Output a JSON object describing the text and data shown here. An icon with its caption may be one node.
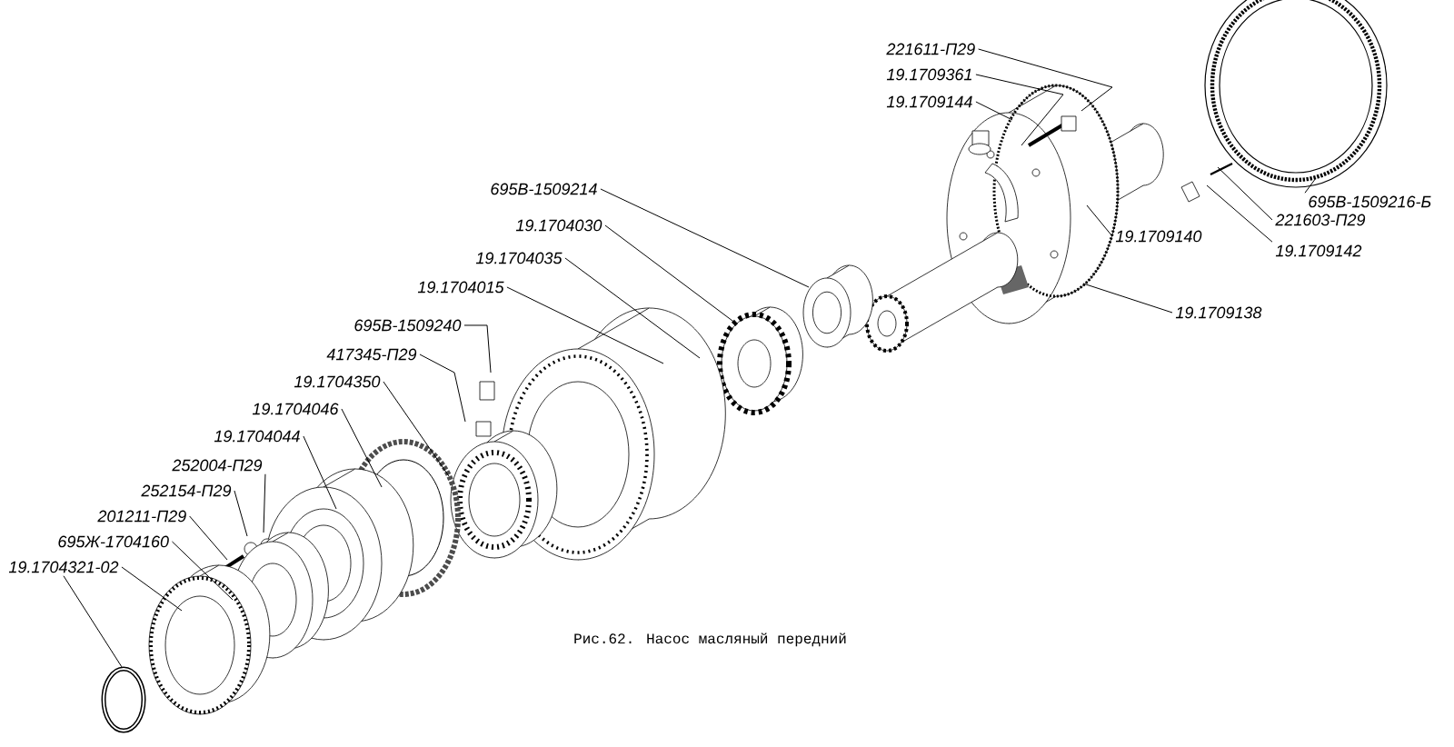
{
  "diagram": {
    "caption": "Рис.62. Насос масляный передний",
    "nodes": [
      {
        "text": [
          "221611-П29"
        ]
      },
      {
        "text": [
          "19.1709361"
        ]
      },
      {
        "text": [
          "19.1709144"
        ]
      },
      {
        "text": [
          "695В-1509216-Б"
        ]
      },
      {
        "text": [
          "695В-1509214"
        ]
      },
      {
        "text": [
          "221603-П29"
        ]
      },
      {
        "text": [
          "19.1704030"
        ]
      },
      {
        "text": [
          "19.1709140"
        ]
      },
      {
        "text": [
          "19.1709142"
        ]
      },
      {
        "text": [
          "19.1704035"
        ]
      },
      {
        "text": [
          "19.1704015"
        ]
      },
      {
        "text": [
          "19.1709138"
        ]
      },
      {
        "text": [
          "695В-1509240"
        ]
      },
      {
        "text": [
          "417345-П29"
        ]
      },
      {
        "text": [
          "19.1704350"
        ]
      },
      {
        "text": [
          "19.1704046"
        ]
      },
      {
        "text": [
          "19.1704044"
        ]
      },
      {
        "text": [
          "252004-П29"
        ]
      },
      {
        "text": [
          "252154-П29"
        ]
      },
      {
        "text": [
          "201211-П29"
        ]
      },
      {
        "text": [
          "695Ж-1704160"
        ]
      },
      {
        "text": [
          "19.1704321-02"
        ]
      }
    ],
    "edges": [
      {
        "from": 0,
        "to": null,
        "arrow": "none"
      },
      {
        "from": 1,
        "to": null,
        "arrow": "none"
      },
      {
        "from": 2,
        "to": null,
        "arrow": "none"
      },
      {
        "from": 3,
        "to": null,
        "arrow": "none"
      },
      {
        "from": 4,
        "to": null,
        "arrow": "none"
      },
      {
        "from": 5,
        "to": null,
        "arrow": "none"
      },
      {
        "from": 6,
        "to": null,
        "arrow": "none"
      },
      {
        "from": 7,
        "to": null,
        "arrow": "none"
      },
      {
        "from": 8,
        "to": null,
        "arrow": "none"
      },
      {
        "from": 9,
        "to": null,
        "arrow": "none"
      },
      {
        "from": 10,
        "to": null,
        "arrow": "none"
      },
      {
        "from": 11,
        "to": null,
        "arrow": "none"
      },
      {
        "from": 12,
        "to": null,
        "arrow": "none"
      },
      {
        "from": 13,
        "to": null,
        "arrow": "none"
      },
      {
        "from": 14,
        "to": null,
        "arrow": "none"
      },
      {
        "from": 15,
        "to": null,
        "arrow": "none"
      },
      {
        "from": 16,
        "to": null,
        "arrow": "none"
      },
      {
        "from": 17,
        "to": null,
        "arrow": "none"
      },
      {
        "from": 18,
        "to": null,
        "arrow": "none"
      },
      {
        "from": 19,
        "to": null,
        "arrow": "none"
      },
      {
        "from": 20,
        "to": null,
        "arrow": "none"
      },
      {
        "from": 21,
        "to": null,
        "arrow": "none"
      },
      {
        "from": 21,
        "to": null,
        "arrow": "none"
      }
    ]
  }
}
